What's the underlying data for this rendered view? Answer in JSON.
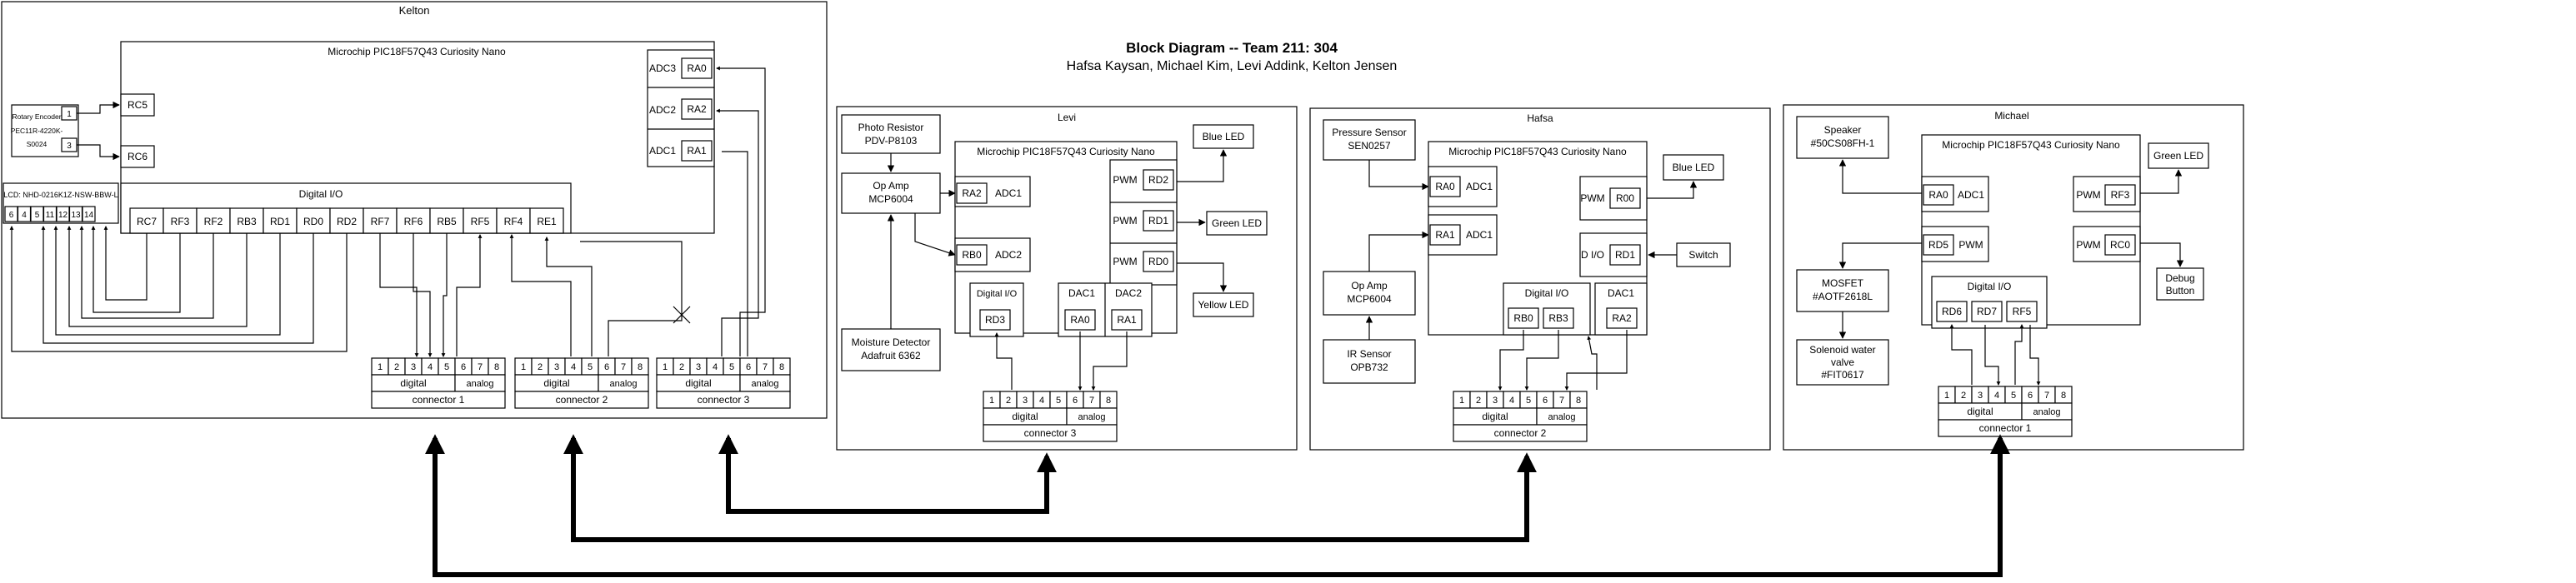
{
  "header": {
    "title": "Block Diagram -- Team 211: 304",
    "members": "Hafsa Kaysan, Michael Kim, Levi Addink, Kelton Jensen"
  },
  "kelton": {
    "title": "Kelton",
    "mcu_title": "Microchip PIC18F57Q43 Curiosity Nano",
    "encoder_label": [
      "Rotary Encoder",
      "PEC11R-4220K-",
      "S0024"
    ],
    "encoder_pins": [
      "1",
      "3"
    ],
    "rc_pins": [
      "RC5",
      "RC6"
    ],
    "adc_labels": [
      "ADC3",
      "ADC2",
      "ADC1"
    ],
    "adc_pins": [
      "RA0",
      "RA2",
      "RA1"
    ],
    "lcd_label": "LCD: NHD-0216K1Z-NSW-BBW-L",
    "lcd_pins": [
      "6",
      "4",
      "5",
      "11",
      "12",
      "13",
      "14"
    ],
    "dio_title": "Digital I/O",
    "dio_pins": [
      "RC7",
      "RF3",
      "RF2",
      "RB3",
      "RD1",
      "RD0",
      "RD2",
      "RF7",
      "RF6",
      "RB5",
      "RF5",
      "RF4",
      "RE1"
    ]
  },
  "levi": {
    "title": "Levi",
    "mcu_title": "Microchip PIC18F57Q43 Curiosity Nano",
    "photo": [
      "Photo Resistor",
      "PDV-P8103"
    ],
    "opamp": [
      "Op Amp",
      "MCP6004"
    ],
    "moisture": [
      "Moisture Detector",
      "Adafruit 6362"
    ],
    "adc_pins": [
      [
        "RA2",
        "ADC1"
      ],
      [
        "RB0",
        "ADC2"
      ]
    ],
    "pwm_label": "PWM",
    "pwm_pins": [
      "RD2",
      "RD1",
      "RD0"
    ],
    "leds": [
      "Blue LED",
      "Green LED",
      "Yellow LED"
    ],
    "dio_title": "Digital I/O",
    "dio_pin": "RD3",
    "dac_labels": [
      "DAC1",
      "DAC2"
    ],
    "dac_pins": [
      "RA0",
      "RA1"
    ]
  },
  "hafsa": {
    "title": "Hafsa",
    "mcu_title": "Microchip PIC18F57Q43 Curiosity Nano",
    "pressure": [
      "Pressure Sensor",
      "SEN0257"
    ],
    "opamp": [
      "Op Amp",
      "MCP6004"
    ],
    "ir": [
      "IR Sensor",
      "OPB732"
    ],
    "adc_pins": [
      [
        "RA0",
        "ADC1"
      ],
      [
        "RA1",
        "ADC1"
      ]
    ],
    "pwm_label": "PWM",
    "pwm_pin": "R00",
    "led": "Blue LED",
    "dio_label": "D I/O",
    "dio_pin": "RD1",
    "switch": "Switch",
    "dio_title": "Digital I/O",
    "dio_pins": [
      "RB0",
      "RB3"
    ],
    "dac_label": "DAC1",
    "dac_pin": "RA2"
  },
  "michael": {
    "title": "Michael",
    "mcu_title": "Microchip PIC18F57Q43 Curiosity Nano",
    "speaker": [
      "Speaker",
      "#50CS08FH-1"
    ],
    "adc_pin": [
      "RA0",
      "ADC1"
    ],
    "pwm_label": "PWM",
    "pwm_pin_left": "RD5",
    "pwm_pins_right": [
      "RF3",
      "RC0"
    ],
    "led": "Green LED",
    "debug": [
      "Debug",
      "Button"
    ],
    "mosfet": [
      "MOSFET",
      "#AOTF2618L"
    ],
    "valve": [
      "Solenoid water",
      "valve",
      "#FIT0617"
    ],
    "dio_title": "Digital I/O",
    "dio_pins": [
      "RD6",
      "RD7",
      "RF5"
    ]
  },
  "connector": {
    "pins": [
      "1",
      "2",
      "3",
      "4",
      "5",
      "6",
      "7",
      "8"
    ],
    "digital": "digital",
    "analog": "analog",
    "names": [
      "connector 1",
      "connector 2",
      "connector 3",
      "connector 3",
      "connector 2",
      "connector 1"
    ]
  }
}
